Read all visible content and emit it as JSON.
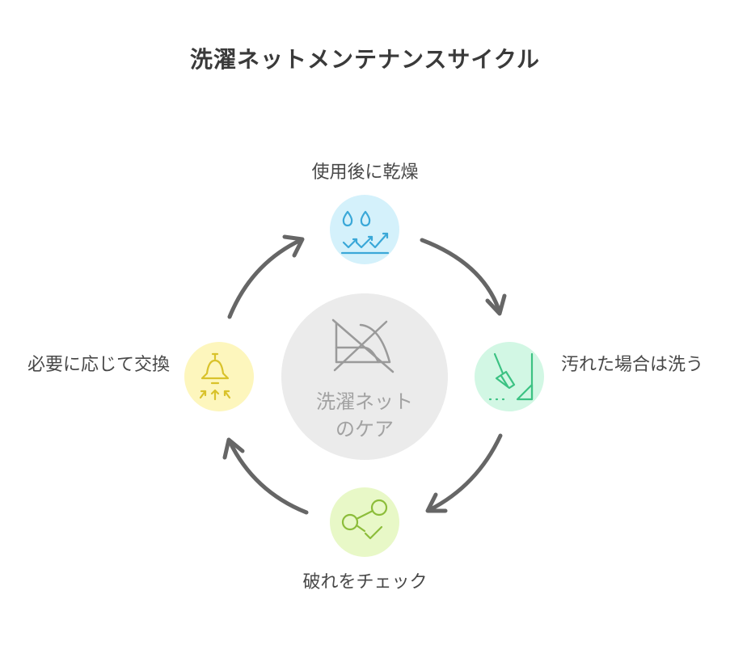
{
  "title": "洗濯ネットメンテナンスサイクル",
  "center": {
    "line1": "洗濯ネット",
    "line2": "のケア"
  },
  "steps": [
    {
      "label": "使用後に乾燥",
      "icon": "drying-icon",
      "color": "#d4f1fb",
      "stroke": "#3aa8d8"
    },
    {
      "label": "汚れた場合は洗う",
      "icon": "broom-icon",
      "color": "#d2f7e4",
      "stroke": "#3cc283"
    },
    {
      "label": "破れをチェック",
      "icon": "share-check-icon",
      "color": "#e8f8c7",
      "stroke": "#8cbd3a"
    },
    {
      "label": "必要に応じて交換",
      "icon": "bell-lift-icon",
      "color": "#fdf6bd",
      "stroke": "#d9c22b"
    }
  ],
  "colors": {
    "arrow": "#666666",
    "center_fill": "#ebebeb",
    "center_icon": "#9a9a9a"
  }
}
